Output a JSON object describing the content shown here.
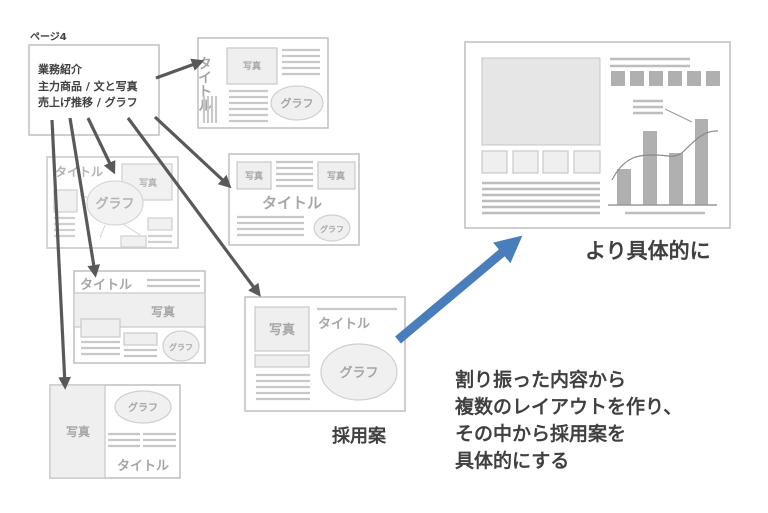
{
  "page_label": "ページ4",
  "source": {
    "lines": [
      "業務紹介",
      "主力商品 / 文と写真",
      "売上げ推移 / グラフ"
    ]
  },
  "placeholders": {
    "title": "タイトル",
    "photo": "写真",
    "graph": "グラフ"
  },
  "adopted_label": "採用案",
  "final_label": "より具体的に",
  "explanation": [
    "割り振った内容から",
    "複数のレイアウトを作り、",
    "その中から採用案を",
    "具体的にする"
  ],
  "colors": {
    "arrow": "#595959",
    "blue_arrow": "#4a7ebb",
    "text": "#404040"
  }
}
